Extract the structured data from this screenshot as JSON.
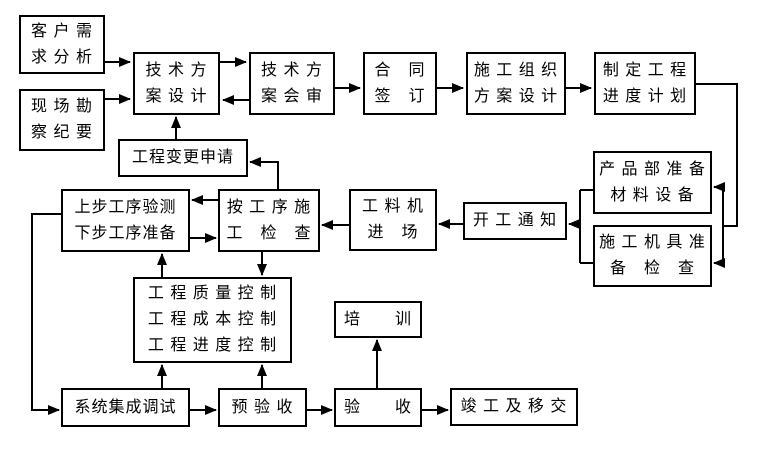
{
  "diagram": {
    "type": "flowchart",
    "background_color": "#ffffff",
    "line_color": "#000000",
    "text_color": "#000000"
  },
  "boxes": {
    "customer_needs": {
      "lines": [
        "客 户 需",
        "求 分 析"
      ]
    },
    "site_survey": {
      "lines": [
        "现 场 勘",
        "察 纪 要"
      ]
    },
    "tech_design": {
      "lines": [
        "技 术 方",
        "案 设 计"
      ]
    },
    "tech_review": {
      "lines": [
        "技 术 方",
        "案 会 审"
      ]
    },
    "contract_signing": {
      "lines": [
        "合　同",
        "签　订"
      ]
    },
    "construction_org_design": {
      "lines": [
        "施 工 组 织",
        "方 案 设 计"
      ]
    },
    "schedule_plan": {
      "lines": [
        "制 定 工 程",
        "进 度 计 划"
      ]
    },
    "change_request": {
      "lines": [
        "工程变更申请"
      ]
    },
    "product_dept_prep": {
      "lines": [
        "产 品 部 准 备",
        "材 料 设 备"
      ]
    },
    "machinery_prep": {
      "lines": [
        "施 工 机 具 准",
        "备　检　查"
      ]
    },
    "start_notice": {
      "lines": [
        "开 工 通 知"
      ]
    },
    "materials_entry": {
      "lines": [
        "工 料 机",
        "进　场"
      ]
    },
    "process_check": {
      "lines": [
        "按 工 序 施",
        "工　检　查"
      ]
    },
    "process_verify_prepare": {
      "lines": [
        "上步工序验测",
        "下步工序准备"
      ]
    },
    "project_controls": {
      "lines": [
        "工 程 质 量 控 制",
        "工 程 成 本 控 制",
        "工 程 进 度 控 制"
      ]
    },
    "training": {
      "lines": [
        "培　　训"
      ]
    },
    "system_integration_debug": {
      "lines": [
        "系统集成调试"
      ]
    },
    "pre_acceptance": {
      "lines": [
        "预 验 收"
      ]
    },
    "acceptance": {
      "lines": [
        "验　　收"
      ]
    },
    "handover": {
      "lines": [
        "竣 工 及 移 交"
      ]
    }
  },
  "flow_edges": [
    {
      "from": "customer_needs",
      "to": "tech_design"
    },
    {
      "from": "site_survey",
      "to": "tech_design"
    },
    {
      "from": "tech_design",
      "to": "tech_review"
    },
    {
      "from": "tech_review",
      "to": "tech_design"
    },
    {
      "from": "tech_review",
      "to": "contract_signing"
    },
    {
      "from": "contract_signing",
      "to": "construction_org_design"
    },
    {
      "from": "construction_org_design",
      "to": "schedule_plan"
    },
    {
      "from": "schedule_plan",
      "to": "product_dept_prep"
    },
    {
      "from": "schedule_plan",
      "to": "machinery_prep"
    },
    {
      "from": "product_dept_prep",
      "to": "start_notice"
    },
    {
      "from": "machinery_prep",
      "to": "start_notice"
    },
    {
      "from": "start_notice",
      "to": "materials_entry"
    },
    {
      "from": "materials_entry",
      "to": "process_check"
    },
    {
      "from": "process_check",
      "to": "change_request"
    },
    {
      "from": "change_request",
      "to": "tech_design"
    },
    {
      "from": "process_check",
      "to": "process_verify_prepare"
    },
    {
      "from": "process_verify_prepare",
      "to": "process_check"
    },
    {
      "from": "process_check",
      "to": "project_controls"
    },
    {
      "from": "project_controls",
      "to": "process_verify_prepare"
    },
    {
      "from": "process_verify_prepare",
      "to": "system_integration_debug"
    },
    {
      "from": "system_integration_debug",
      "to": "project_controls"
    },
    {
      "from": "pre_acceptance",
      "to": "project_controls"
    },
    {
      "from": "system_integration_debug",
      "to": "pre_acceptance"
    },
    {
      "from": "pre_acceptance",
      "to": "acceptance"
    },
    {
      "from": "acceptance",
      "to": "training"
    },
    {
      "from": "acceptance",
      "to": "handover"
    }
  ]
}
